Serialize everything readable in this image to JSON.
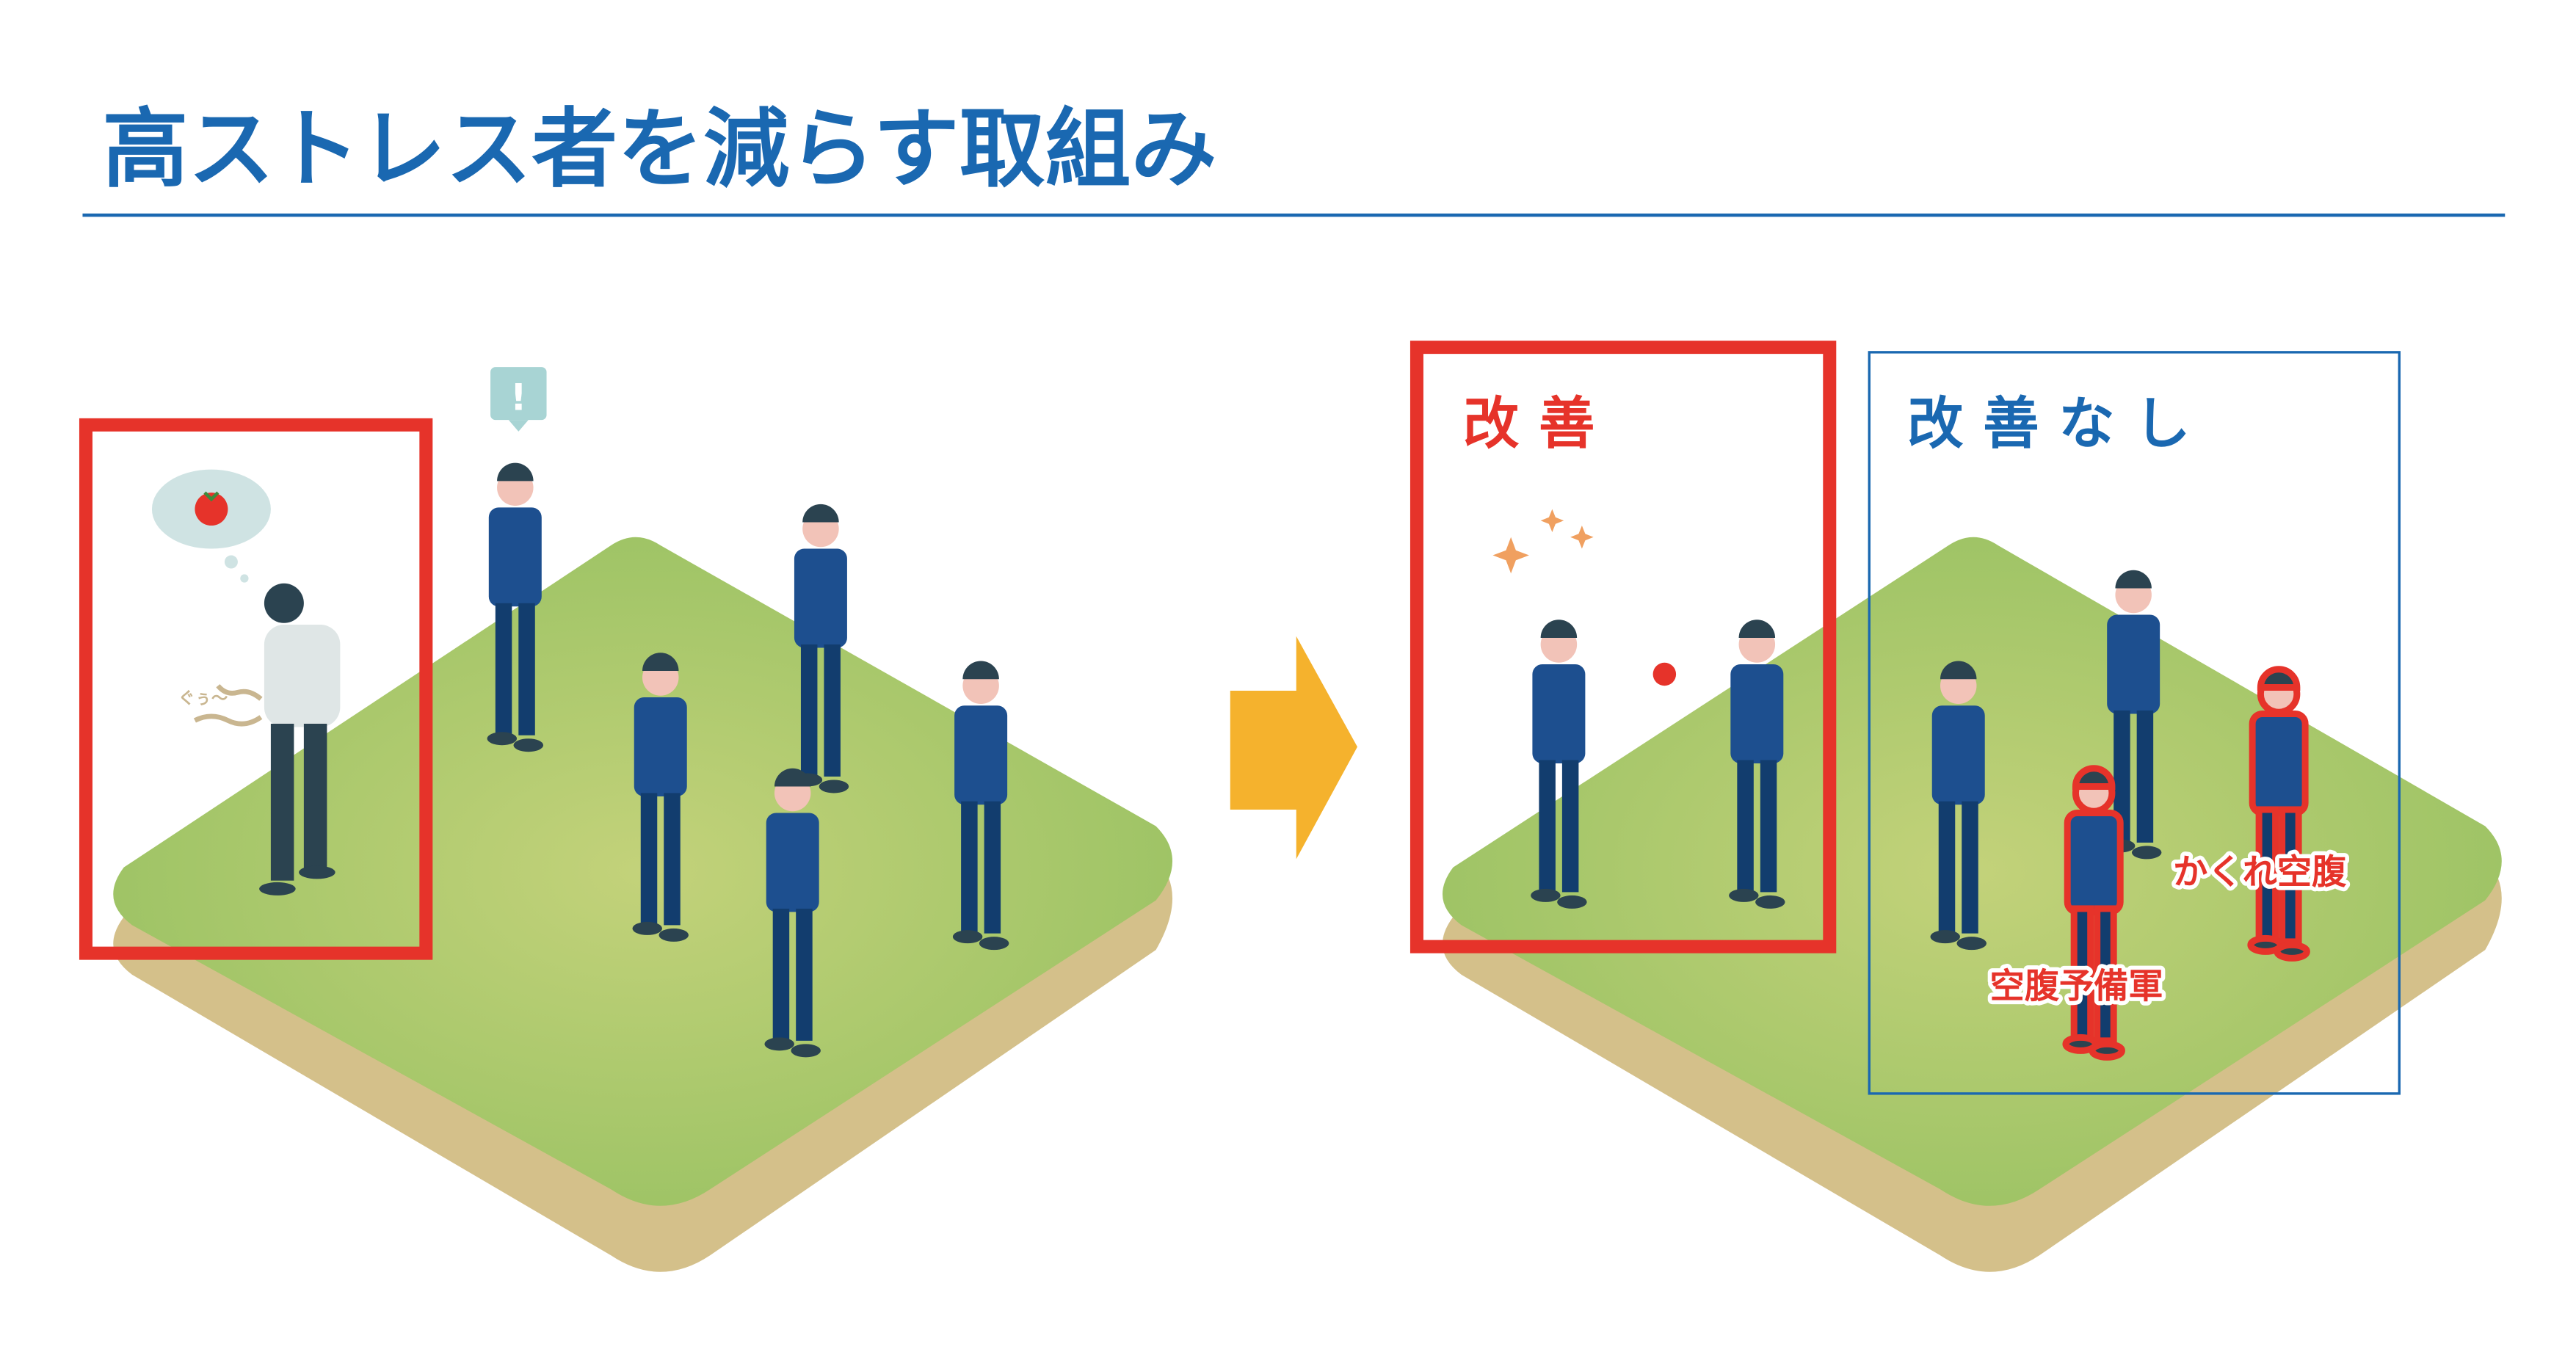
{
  "title": "高ストレス者を減らす取組み",
  "left_scene": {
    "stomach_sound": "ぐぅ～"
  },
  "right_scene": {
    "improved_label": "改 善",
    "not_improved_label": "改 善 な し",
    "hidden_hunger_label": "かくれ空腹",
    "hunger_reserve_label": "空腹予備軍"
  },
  "colors": {
    "title_blue": "#1a68b1",
    "highlight_red": "#e6332a",
    "arrow_orange": "#f5b22d",
    "grass": "#a3c56a",
    "soil": "#d4c08a"
  }
}
